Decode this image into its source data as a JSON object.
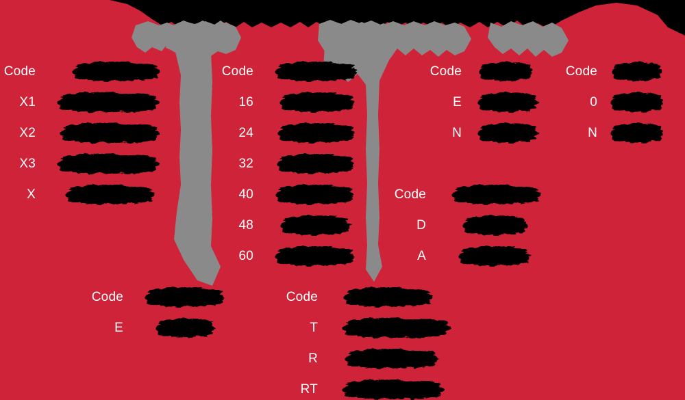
{
  "page": {
    "background_color": "#ce2338",
    "redaction_color": "#000000",
    "obscure_color": "#8a8a8a",
    "label_color": "#ffffff"
  },
  "column_header_label": "Code",
  "groups": [
    {
      "id": "group-x",
      "header": "Code",
      "header_value_redacted": true,
      "rows": [
        {
          "label": "X1",
          "value": "[redacted]"
        },
        {
          "label": "X2",
          "value": "[redacted]"
        },
        {
          "label": "X3",
          "value": "[redacted]"
        },
        {
          "label": "X",
          "value": "[redacted]"
        }
      ]
    },
    {
      "id": "group-numeric",
      "header": "Code",
      "header_value_redacted": true,
      "rows": [
        {
          "label": "16",
          "value": "[redacted]"
        },
        {
          "label": "24",
          "value": "[redacted]"
        },
        {
          "label": "32",
          "value": "[redacted]"
        },
        {
          "label": "40",
          "value": "[redacted]"
        },
        {
          "label": "48",
          "value": "[redacted]"
        },
        {
          "label": "60",
          "value": "[redacted]"
        }
      ]
    },
    {
      "id": "group-en",
      "header": "Code",
      "header_value_redacted": true,
      "rows": [
        {
          "label": "E",
          "value": "[redacted]"
        },
        {
          "label": "N",
          "value": "[redacted]"
        }
      ]
    },
    {
      "id": "group-0n",
      "header": "Code",
      "header_value_redacted": true,
      "rows": [
        {
          "label": "0",
          "value": "[redacted]"
        },
        {
          "label": "N",
          "value": "[redacted]"
        }
      ]
    },
    {
      "id": "group-da",
      "header": "Code",
      "header_value_redacted": true,
      "rows": [
        {
          "label": "D",
          "value": "[redacted]"
        },
        {
          "label": "A",
          "value": "[redacted]"
        }
      ]
    },
    {
      "id": "group-e",
      "header": "Code",
      "header_value_redacted": true,
      "rows": [
        {
          "label": "E",
          "value": "[redacted]"
        }
      ]
    },
    {
      "id": "group-trt",
      "header": "Code",
      "header_value_redacted": true,
      "rows": [
        {
          "label": "T",
          "value": "[redacted]"
        },
        {
          "label": "R",
          "value": "[redacted]"
        },
        {
          "label": "RT",
          "value": "[redacted]"
        }
      ]
    }
  ]
}
